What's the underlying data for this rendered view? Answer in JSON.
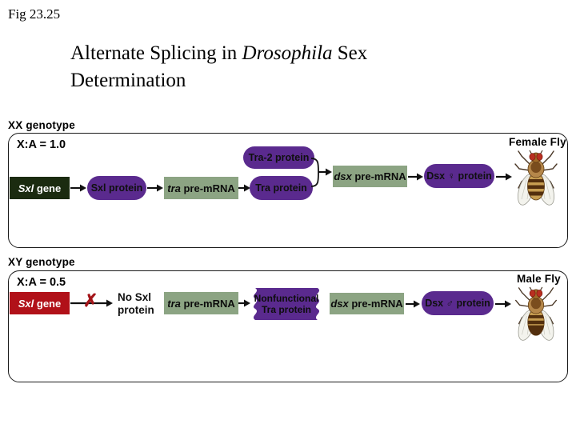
{
  "fig_label": "Fig 23.25",
  "title": {
    "pre_italic": "Alternate Splicing in ",
    "italic": "Drosophila",
    "post_italic": " Sex",
    "line2": "Determination"
  },
  "colors": {
    "purple": "#5a2a8e",
    "green": "#8ca483",
    "dark_green": "#1b2b10",
    "red": "#b11119",
    "xmark": "#a31418",
    "border": "#1a1a1a"
  },
  "xx_panel": {
    "genotype_label": "XX genotype",
    "ratio": "X:A = 1.0",
    "sxl_gene": {
      "it": "Sxl",
      "rest": " gene"
    },
    "sxl_protein": "Sxl protein",
    "tra_pre": {
      "it": "tra",
      "rest": " pre-mRNA"
    },
    "tra2_protein": "Tra-2 protein",
    "tra_protein": "Tra protein",
    "dsx_pre": {
      "it": "dsx",
      "rest": " pre-mRNA"
    },
    "dsx_protein": {
      "pre": "Dsx ",
      "symbol": "♀",
      "post": " protein"
    },
    "fly_label": "Female Fly"
  },
  "xy_panel": {
    "genotype_label": "XY genotype",
    "ratio": "X:A = 0.5",
    "sxl_gene": {
      "it": "Sxl",
      "rest": " gene"
    },
    "x_mark": "✗",
    "no_sxl": {
      "line1": "No Sxl",
      "line2": "protein"
    },
    "tra_pre": {
      "it": "tra",
      "rest": " pre-mRNA"
    },
    "nonfunctional": {
      "line1": "Nonfunctional",
      "line2": "Tra protein"
    },
    "dsx_pre": {
      "it": "dsx",
      "rest": " pre-mRNA"
    },
    "dsx_protein": {
      "pre": "Dsx ",
      "symbol": "♂",
      "post": " protein"
    },
    "fly_label": "Male Fly"
  }
}
